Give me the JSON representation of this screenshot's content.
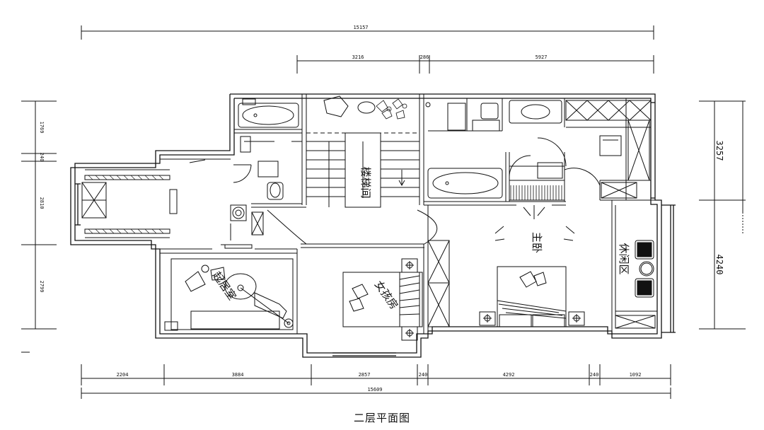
{
  "caption": "二层平面图",
  "dimensions": {
    "top_total": "15157",
    "top_seg1": "3216",
    "top_seg2": "286",
    "top_seg3": "5927",
    "bottom_total": "15609",
    "bottom_seg1": "2204",
    "bottom_seg2": "3884",
    "bottom_seg3": "2857",
    "bottom_seg4": "240",
    "bottom_seg5": "4292",
    "bottom_seg6": "240",
    "bottom_seg7": "1092",
    "left_1": "1769",
    "left_2": "240",
    "left_3": "2810",
    "left_4": "2799",
    "right_1": "3257",
    "right_2": "4240"
  },
  "rooms": {
    "stairwell": "楼梯间",
    "master_bedroom": "主卧",
    "girl_room": "女孩房",
    "living_room": "起居室",
    "leisure_area": "休闲区"
  }
}
